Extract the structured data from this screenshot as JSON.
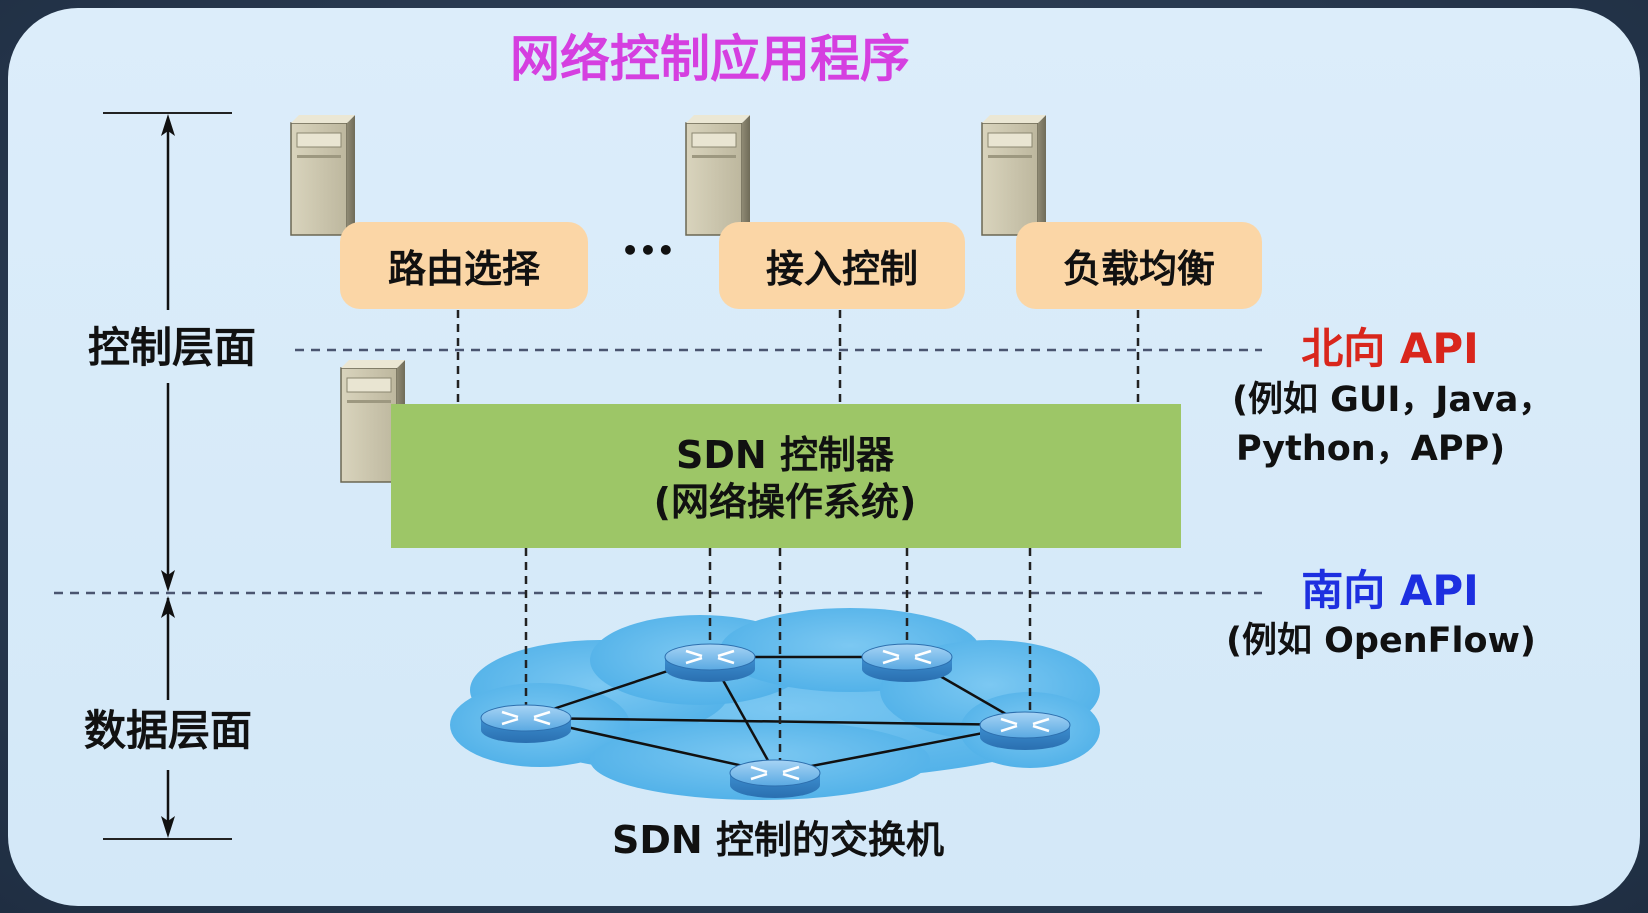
{
  "title": "网络控制应用程序",
  "applications": [
    {
      "label": "路由选择"
    },
    {
      "label": "接入控制"
    },
    {
      "label": "负载均衡"
    }
  ],
  "ellipsis": "•••",
  "layers": {
    "control": "控制层面",
    "data": "数据层面"
  },
  "controller": {
    "line1": "SDN 控制器",
    "line2": "(网络操作系统)"
  },
  "northbound": {
    "title": "北向 API",
    "example_line1": "(例如 GUI，Java，",
    "example_line2": "Python，APP)"
  },
  "southbound": {
    "title": "南向 API",
    "example": "(例如 OpenFlow)"
  },
  "switches_label": "SDN 控制的交换机",
  "colors": {
    "title": "#d53fe0",
    "app_box": "#fbd6a6",
    "controller_box": "#9dc667",
    "northbound": "#d9261c",
    "southbound": "#1d2fe0",
    "cloud": "#5fb8ec",
    "slide_bg": "#d8ebf9",
    "dashed_line": "#4a5570"
  },
  "icons": [
    "server-icon",
    "router-icon",
    "cloud-icon",
    "arrow-icon"
  ]
}
